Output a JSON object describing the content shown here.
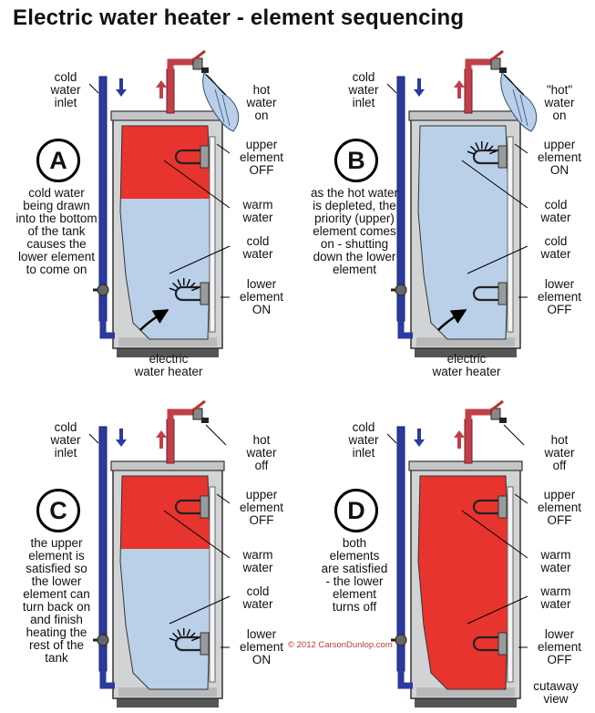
{
  "title": "Electric water heater - element sequencing",
  "copyright": "© 2012 CarsonDunlop.com",
  "cutaway": [
    "cutaway",
    "view"
  ],
  "colors": {
    "hot": "#e8342f",
    "cold": "#b9d0e8",
    "pipe_blue": "#2b3a9e",
    "pipe_red": "#c0404a",
    "tank": "#d2d3d5"
  },
  "panels": [
    {
      "letter": "A",
      "cold_inlet": [
        "cold",
        "water",
        "inlet"
      ],
      "hot": [
        "hot",
        "water",
        "on"
      ],
      "upper": [
        "upper",
        "element",
        "OFF"
      ],
      "mid1": [
        "warm",
        "water"
      ],
      "mid2": [
        "cold",
        "water"
      ],
      "lower": [
        "lower",
        "element",
        "ON"
      ],
      "caption": [
        "electric",
        "water heater"
      ],
      "desc": [
        "cold water",
        "being drawn",
        "into the bottom",
        "of the tank",
        "causes the",
        "lower element",
        "to come on"
      ]
    },
    {
      "letter": "B",
      "cold_inlet": [
        "cold",
        "water",
        "inlet"
      ],
      "hot": [
        "\"hot\"",
        "water",
        "on"
      ],
      "upper": [
        "upper",
        "element",
        "ON"
      ],
      "mid1": [
        "cold",
        "water"
      ],
      "mid2": [
        "cold",
        "water"
      ],
      "lower": [
        "lower",
        "element",
        "OFF"
      ],
      "caption": [
        "electric",
        "water heater"
      ],
      "desc": [
        "as the hot water",
        "is depleted, the",
        "priority (upper)",
        "element comes",
        "on - shutting",
        "down the lower",
        "element"
      ]
    },
    {
      "letter": "C",
      "cold_inlet": [
        "cold",
        "water",
        "inlet"
      ],
      "hot": [
        "hot",
        "water",
        "off"
      ],
      "upper": [
        "upper",
        "element",
        "OFF"
      ],
      "mid1": [
        "warm",
        "water"
      ],
      "mid2": [
        "cold",
        "water"
      ],
      "lower": [
        "lower",
        "element",
        "ON"
      ],
      "desc": [
        "the upper",
        "element is",
        "satisfied so",
        "the lower",
        "element can",
        "turn back on",
        "and finish",
        "heating the",
        "rest of the",
        "tank"
      ]
    },
    {
      "letter": "D",
      "cold_inlet": [
        "cold",
        "water",
        "inlet"
      ],
      "hot": [
        "hot",
        "water",
        "off"
      ],
      "upper": [
        "upper",
        "element",
        "OFF"
      ],
      "mid1": [
        "warm",
        "water"
      ],
      "mid2": [
        "warm",
        "water"
      ],
      "lower": [
        "lower",
        "element",
        "OFF"
      ],
      "desc": [
        "both",
        "elements",
        "are satisfied",
        "- the lower",
        "element",
        "turns off"
      ]
    }
  ]
}
